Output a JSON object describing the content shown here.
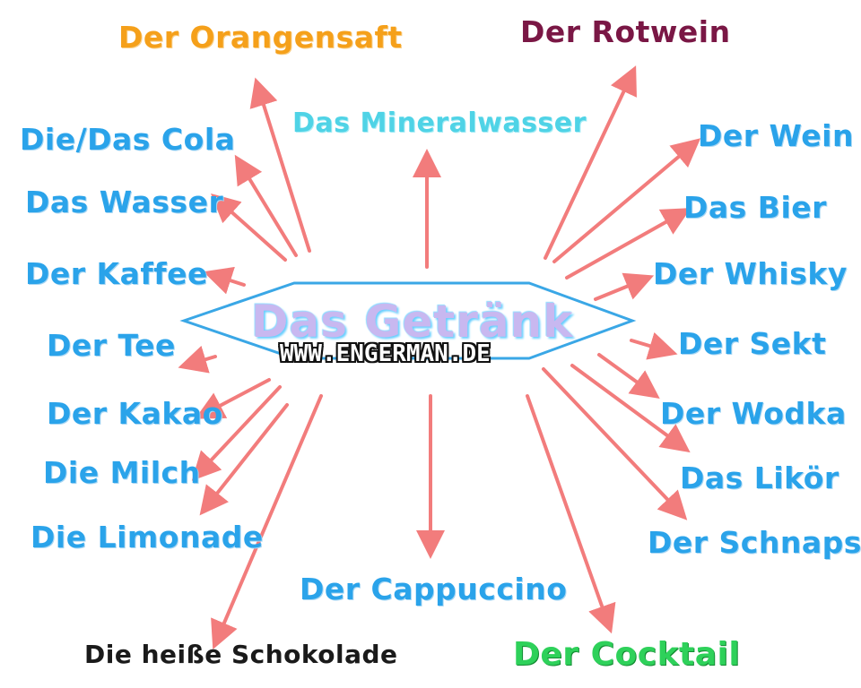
{
  "center": {
    "title": "Das Getränk",
    "watermark": "WWW.ENGERMAN.DE"
  },
  "colors": {
    "arrow": "#f27c7c",
    "hexagon": "#3aa7e6",
    "blue_text": "#2aa3ea"
  },
  "words": {
    "orangensaft": "Der Orangensaft",
    "rotwein": "Der Rotwein",
    "mineralwasser": "Das Mineralwasser",
    "cola": "Die/Das Cola",
    "wein": "Der Wein",
    "wasser": "Das Wasser",
    "bier": "Das Bier",
    "kaffee": "Der Kaffee",
    "whisky": "Der Whisky",
    "tee": "Der Tee",
    "sekt": "Der Sekt",
    "kakao": "Der Kakao",
    "wodka": "Der Wodka",
    "milch": "Die Milch",
    "likoer": "Das Likör",
    "limonade": "Die Limonade",
    "schnaps": "Der Schnaps",
    "cappuccino": "Der Cappuccino",
    "schokolade": "Die heiße Schokolade",
    "cocktail": "Der Cocktail"
  }
}
